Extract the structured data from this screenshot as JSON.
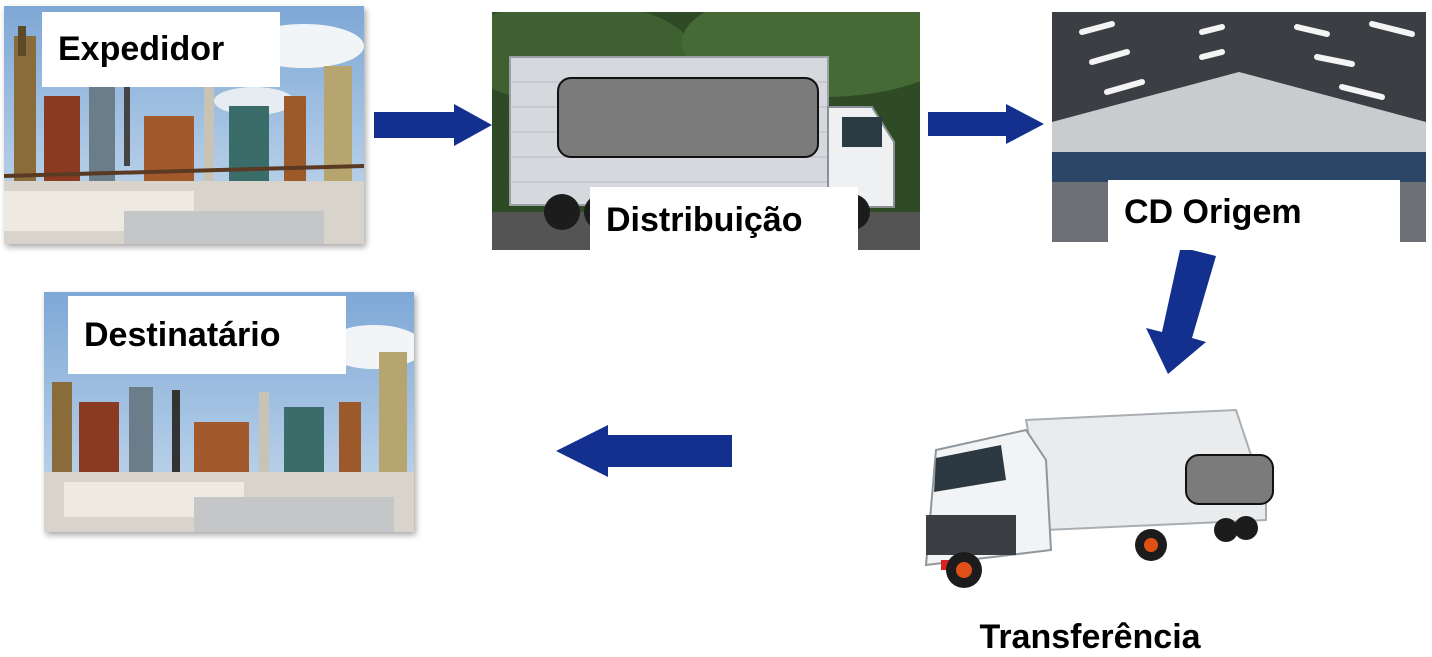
{
  "nodes": {
    "expedidor": {
      "label": "Expedidor",
      "icon": "refinery-photo"
    },
    "distribuicao": {
      "label": "Distribuição",
      "icon": "box-truck-photo"
    },
    "cd_origem": {
      "label": "CD Origem",
      "icon": "warehouse-photo"
    },
    "transferencia": {
      "label": "Transferência",
      "icon": "semi-truck-photo"
    },
    "destinatario": {
      "label": "Destinatário",
      "icon": "refinery-photo"
    }
  },
  "arrow_color": "#14308f",
  "mask_color": "#7b7b7b"
}
